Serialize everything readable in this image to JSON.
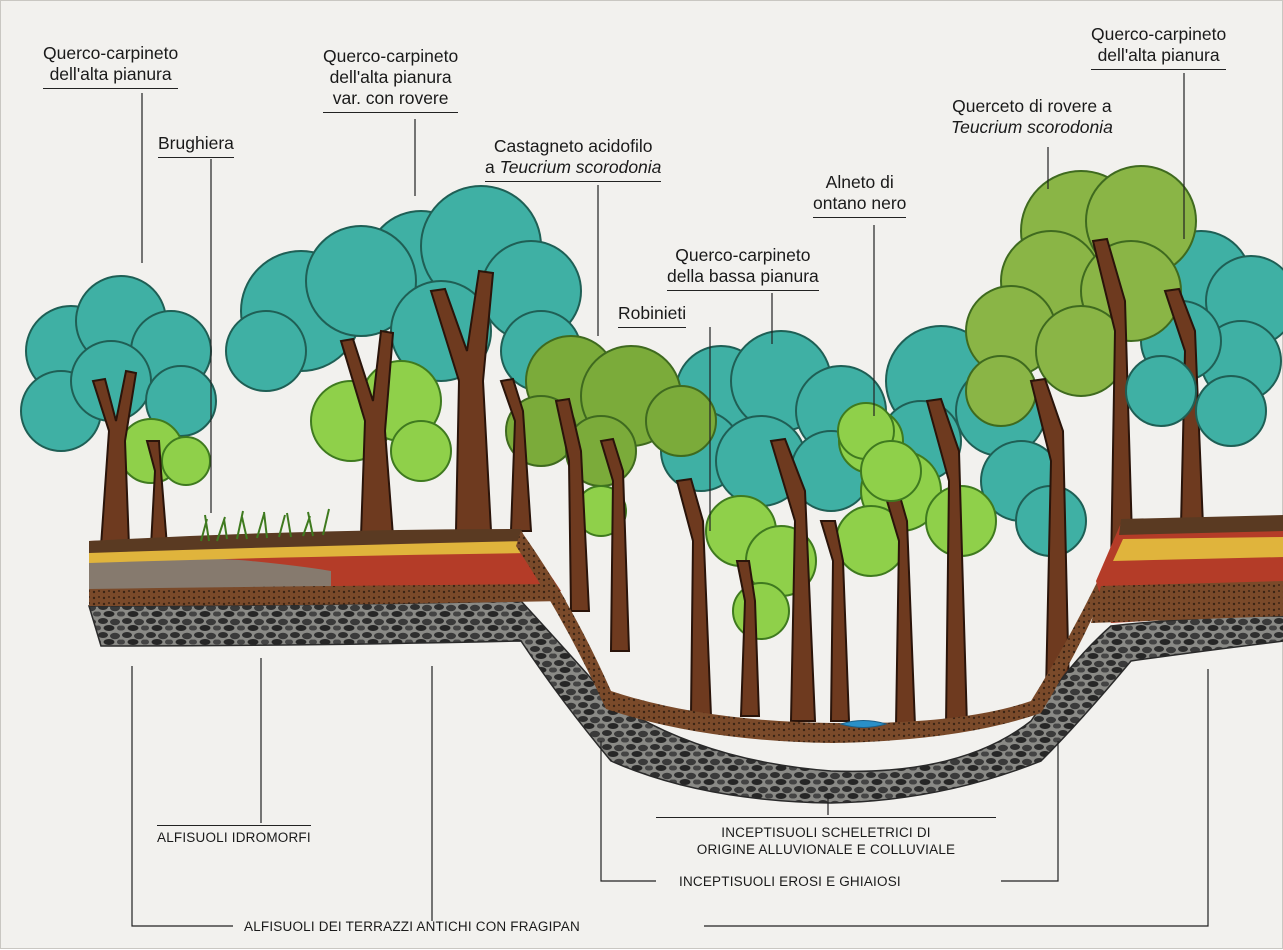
{
  "colors": {
    "background": "#f2f1ee",
    "canopy_teal": "#3fb0a4",
    "canopy_green": "#7fbf3f",
    "canopy_olive": "#8aa83c",
    "canopy_lime": "#8fd04a",
    "trunk": "#6e3a1f",
    "soil_top": "#5a3a22",
    "soil_yellow": "#e0b43c",
    "soil_red": "#b43c28",
    "soil_gray": "#7a8a80",
    "gravel": "#3b3b3b",
    "water": "#2a90c8"
  },
  "labels": {
    "qc_alta_left": {
      "line1": "Querco-carpineto",
      "line2": "dell'alta pianura"
    },
    "brughiera": "Brughiera",
    "qc_rovere": {
      "line1": "Querco-carpineto",
      "line2": "dell'alta pianura",
      "line3": "var. con rovere"
    },
    "castagneto": {
      "line1": "Castagneto acidofilo",
      "line2_prefix": "a ",
      "line2_species": "Teucrium scorodonia"
    },
    "robinieti": "Robinieti",
    "qc_bassa": {
      "line1": "Querco-carpineto",
      "line2": "della bassa pianura"
    },
    "alneto": {
      "line1": "Alneto di",
      "line2": "ontano nero"
    },
    "querceto": {
      "line1": "Querceto di rovere a",
      "line2_species": "Teucrium scorodonia"
    },
    "qc_alta_right": {
      "line1": "Querco-carpineto",
      "line2": "dell'alta pianura"
    }
  },
  "soils": {
    "idromorfi": "ALFISUOLI IDROMORFI",
    "scheletrici": {
      "line1": "INCEPTISUOLI SCHELETRICI DI",
      "line2": "ORIGINE ALLUVIONALE E COLLUVIALE"
    },
    "erosi": "INCEPTISUOLI EROSI E GHIAIOSI",
    "terrazzi": "ALFISUOLI DEI TERRAZZI ANTICHI CON FRAGIPAN"
  }
}
